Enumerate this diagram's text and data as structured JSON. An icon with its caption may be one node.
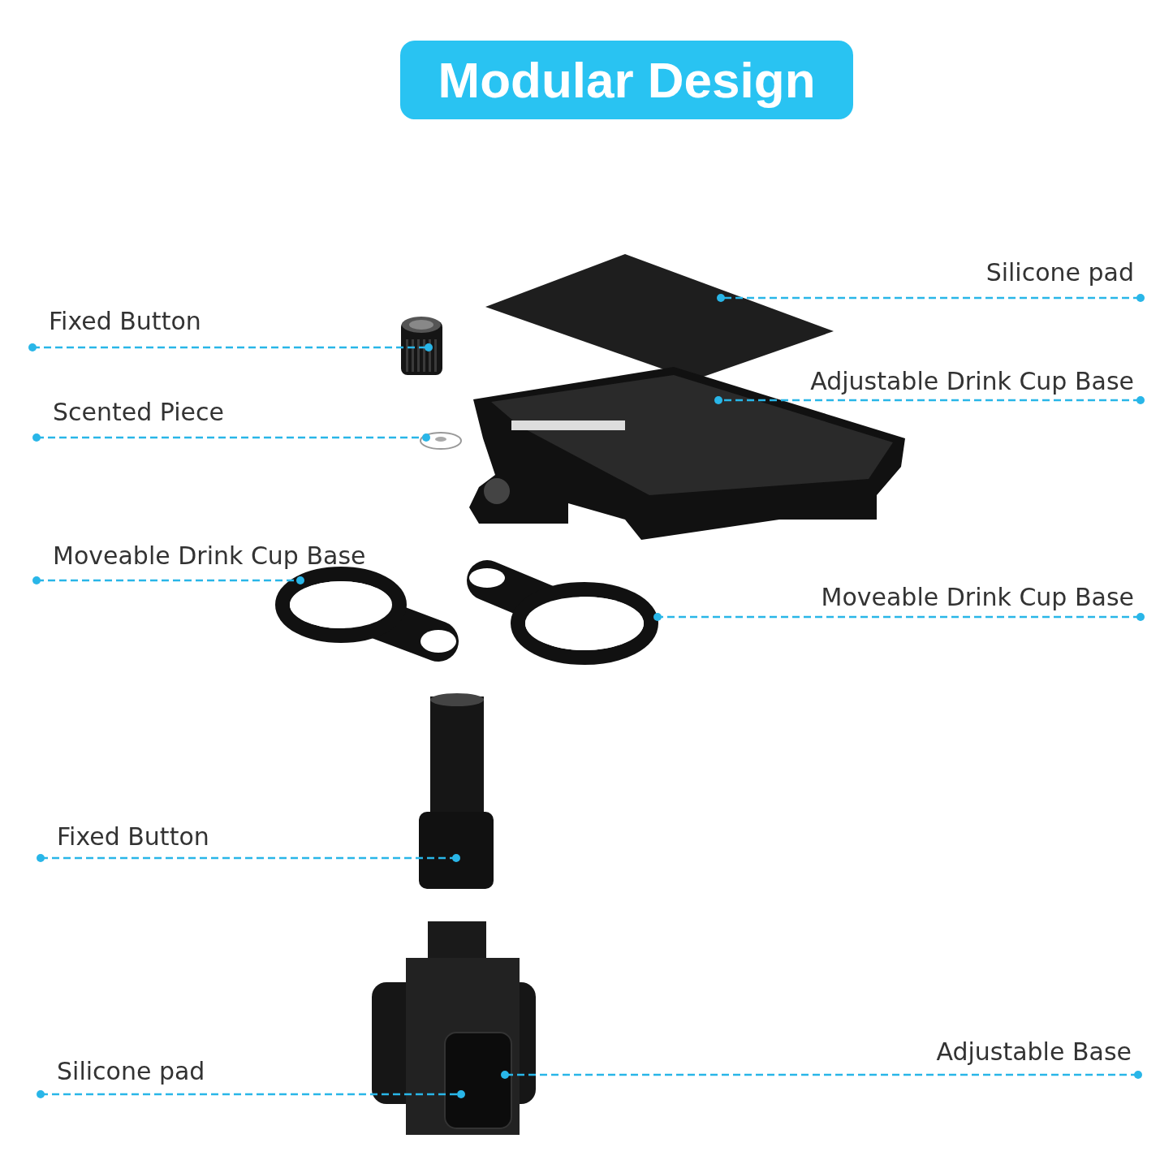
{
  "diagram": {
    "title": "Modular Design",
    "nodes": [
      {
        "text": [
          "Silicone pad"
        ]
      },
      {
        "text": [
          "Fixed Button"
        ]
      },
      {
        "text": [
          "Adjustable Drink Cup Base"
        ]
      },
      {
        "text": [
          "Scented Piece"
        ]
      },
      {
        "text": [
          "Moveable Drink Cup Base"
        ]
      },
      {
        "text": [
          "Moveable Drink Cup Base"
        ]
      },
      {
        "text": [
          "Fixed Button"
        ]
      },
      {
        "text": [
          "Adjustable Base"
        ]
      },
      {
        "text": [
          "Silicone pad"
        ]
      },
      {
        "text": [],
        "shape": "picture"
      },
      {
        "text": [],
        "shape": "picture"
      },
      {
        "text": [],
        "shape": "picture"
      },
      {
        "text": [],
        "shape": "picture"
      },
      {
        "text": [],
        "shape": "picture"
      },
      {
        "text": [],
        "shape": "picture"
      },
      {
        "text": [],
        "shape": "picture"
      },
      {
        "text": [],
        "shape": "picture"
      },
      {
        "text": [],
        "shape": "picture",
        "in": 16
      }
    ],
    "edges": [
      {
        "from": 0,
        "to": 9,
        "arrow": "other",
        "style": "dashed"
      },
      {
        "from": 1,
        "to": 10,
        "arrow": "other",
        "style": "dashed"
      },
      {
        "from": 2,
        "to": 11,
        "arrow": "other",
        "style": "dashed"
      },
      {
        "from": 3,
        "to": 12,
        "arrow": "other",
        "style": "dashed"
      },
      {
        "from": 4,
        "to": 13,
        "arrow": "other",
        "style": "dashed"
      },
      {
        "from": 5,
        "to": 14,
        "arrow": "other",
        "style": "dashed"
      },
      {
        "from": 6,
        "to": 15,
        "arrow": "other",
        "style": "dashed"
      },
      {
        "from": 7,
        "to": 16,
        "arrow": "other",
        "style": "dashed"
      },
      {
        "from": 8,
        "to": 17,
        "arrow": "other",
        "style": "dashed"
      }
    ]
  }
}
